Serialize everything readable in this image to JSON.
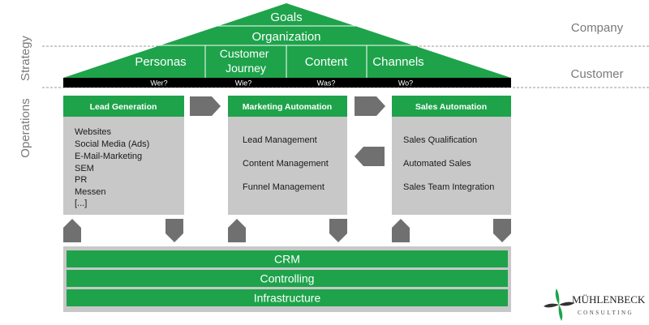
{
  "side_labels": {
    "strategy": "Strategy",
    "operations": "Operations"
  },
  "right_labels": {
    "company": "Company",
    "customer": "Customer"
  },
  "roof": {
    "goals": "Goals",
    "organization": "Organization",
    "columns": [
      "Personas",
      "Customer Journey",
      "Content",
      "Channels"
    ],
    "bar_labels": [
      "Wer?",
      "Wie?",
      "Was?",
      "Wo?"
    ]
  },
  "pillars": [
    {
      "title": "Lead Generation",
      "items": [
        "Websites",
        "Social Media (Ads)",
        "E-Mail-Marketing",
        "SEM",
        "PR",
        "Messen",
        "[...]"
      ]
    },
    {
      "title": "Marketing Automation",
      "items": [
        "Lead Management",
        "Content Management",
        "Funnel Management"
      ]
    },
    {
      "title": "Sales Automation",
      "items": [
        "Sales Qualification",
        "Automated Sales",
        "Sales Team Integration"
      ]
    }
  ],
  "foundation": [
    "CRM",
    "Controlling",
    "Infrastructure"
  ],
  "logo": {
    "name": "MÜHLENBECK",
    "sub": "CONSULTING"
  },
  "colors": {
    "green": "#1ea34b",
    "gray": "#c8c8c8",
    "arrow": "#707070",
    "bar": "#000000"
  }
}
